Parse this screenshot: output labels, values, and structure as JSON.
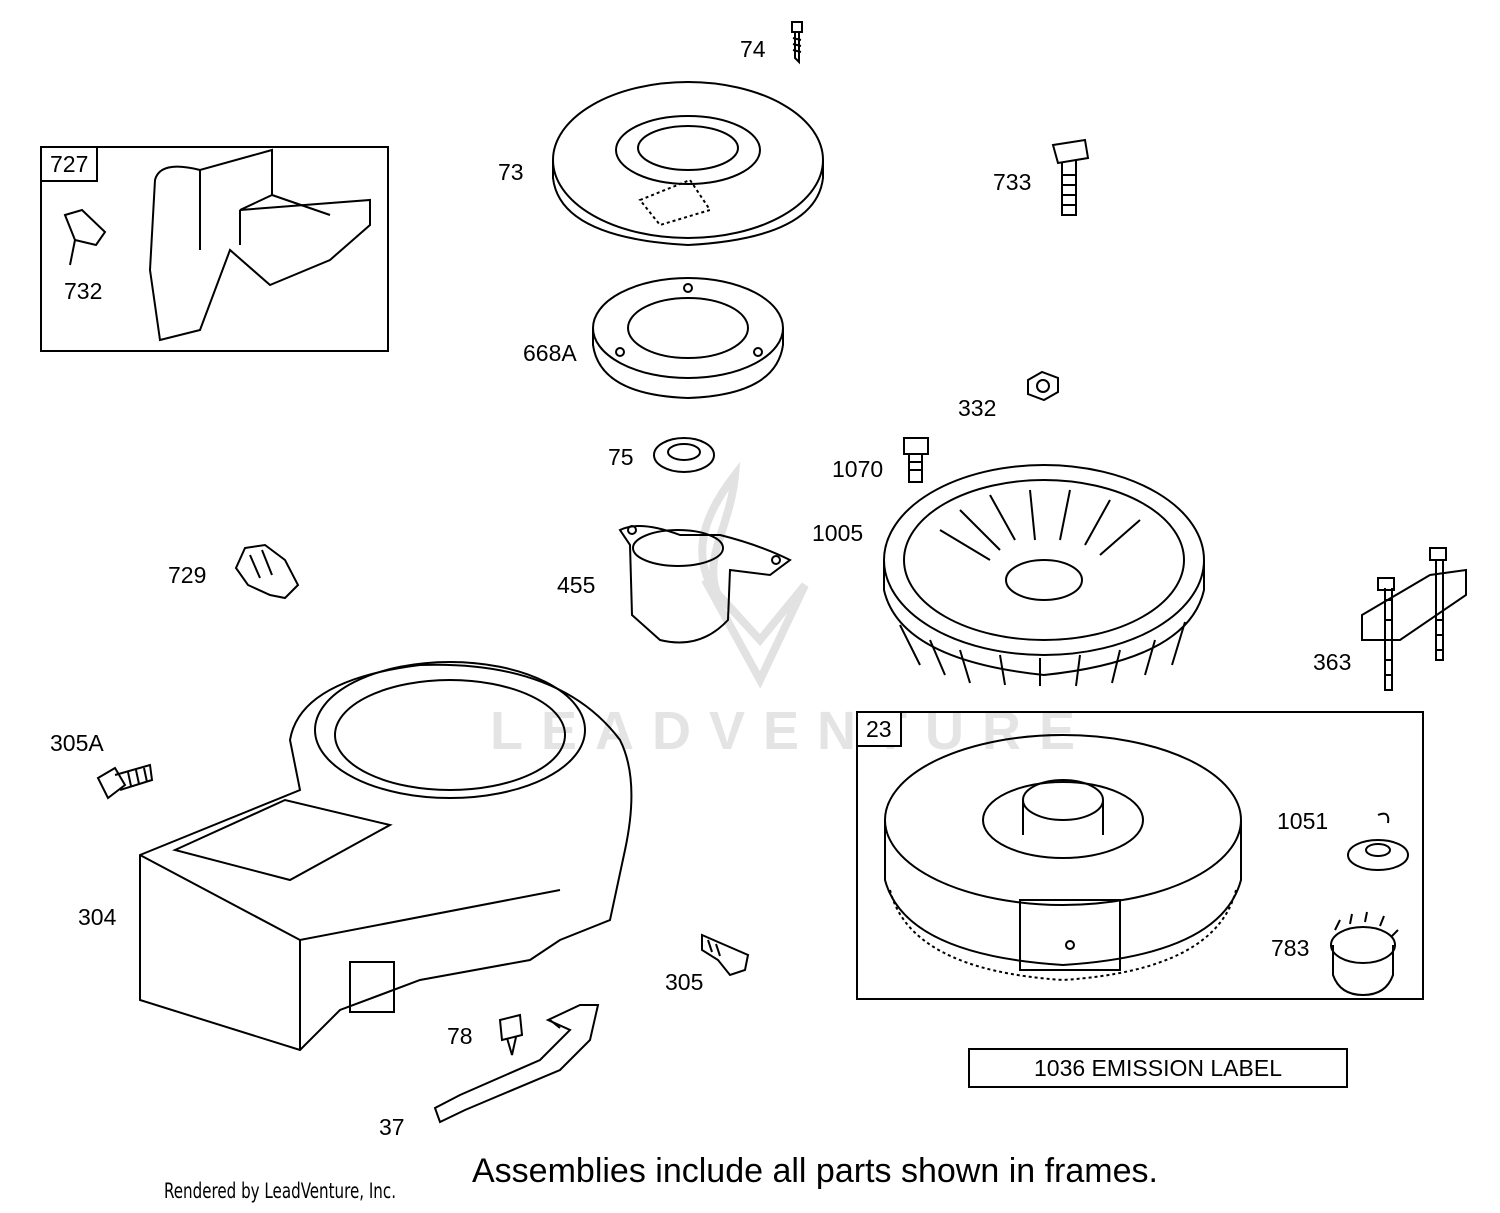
{
  "watermark": "LEADVENTURE",
  "frames": [
    {
      "id": "frame-727",
      "tag": "727"
    },
    {
      "id": "frame-23",
      "tag": "23"
    }
  ],
  "callouts": {
    "p74": "74",
    "p73": "73",
    "p733": "733",
    "p732": "732",
    "p668A": "668A",
    "p332": "332",
    "p75": "75",
    "p1070": "1070",
    "p1005": "1005",
    "p729": "729",
    "p455": "455",
    "p363": "363",
    "p305A": "305A",
    "p1051": "1051",
    "p304": "304",
    "p783": "783",
    "p305": "305",
    "p78": "78",
    "p37": "37"
  },
  "emission_label": "1036 EMISSION LABEL",
  "footer_note": "Assemblies include all parts shown in frames.",
  "rendered_by": "Rendered by LeadVenture, Inc."
}
